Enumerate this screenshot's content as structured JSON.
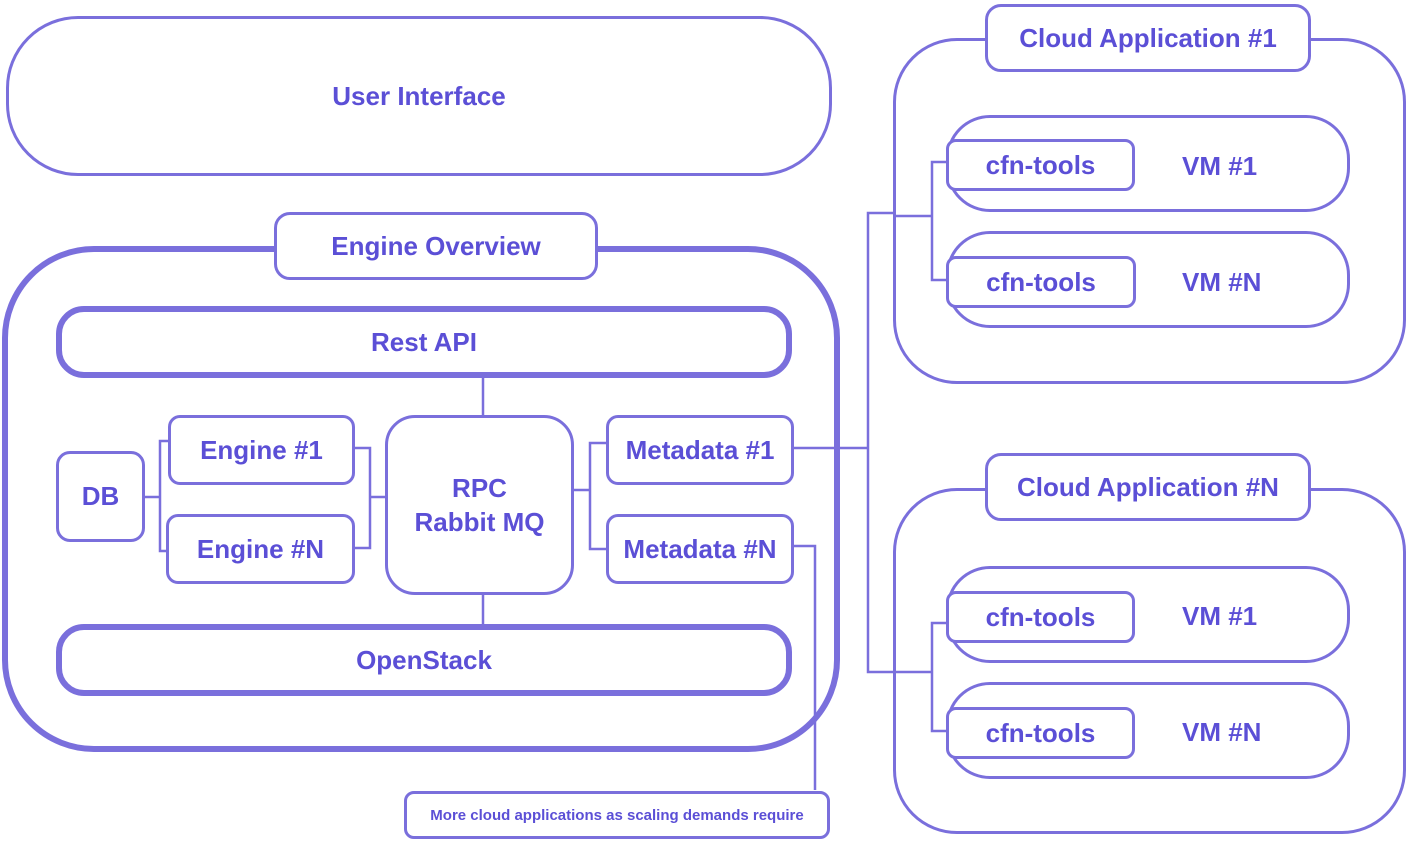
{
  "colors": {
    "stroke": "#7a6fdc",
    "text": "#5b4fd6",
    "background": "#ffffff"
  },
  "user_interface": "User Interface",
  "engine_overview": {
    "title": "Engine Overview",
    "rest_api": "Rest API",
    "openstack": "OpenStack",
    "db": "DB",
    "engine_1": "Engine #1",
    "engine_n": "Engine #N",
    "rpc_line1": "RPC",
    "rpc_line2": "Rabbit MQ",
    "metadata_1": "Metadata #1",
    "metadata_n": "Metadata #N"
  },
  "cloud_app_1": {
    "title": "Cloud Application #1",
    "vm_1": {
      "tool": "cfn-tools",
      "label": "VM #1"
    },
    "vm_n": {
      "tool": "cfn-tools",
      "label": "VM #N"
    }
  },
  "cloud_app_n": {
    "title": "Cloud Application #N",
    "vm_1": {
      "tool": "cfn-tools",
      "label": "VM #1"
    },
    "vm_n": {
      "tool": "cfn-tools",
      "label": "VM #N"
    }
  },
  "note": "More cloud applications as scaling demands require"
}
